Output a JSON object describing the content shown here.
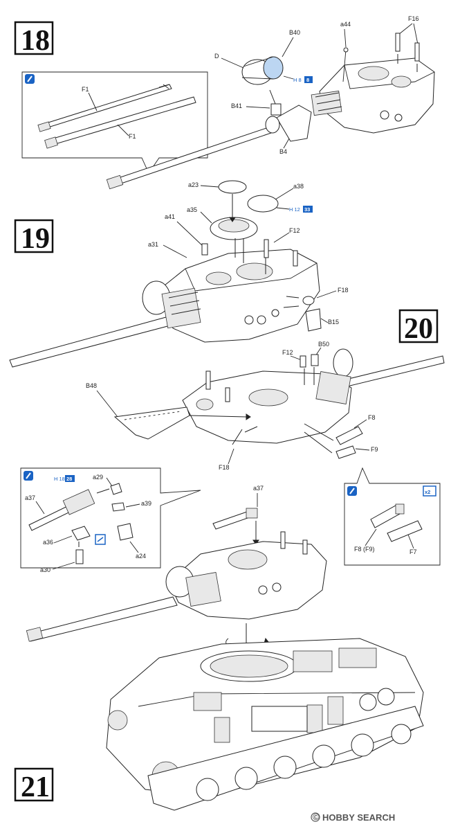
{
  "steps": [
    "18",
    "19",
    "20",
    "21"
  ],
  "step18": {
    "labels": {
      "b40": "B40",
      "d": "D",
      "a44": "a44",
      "f16": "F16",
      "b41": "B41",
      "b4": "B4",
      "f1a": "F1",
      "f1b": "F1"
    },
    "paint_code": "H 8",
    "paint_badge": "8"
  },
  "step19": {
    "labels": {
      "a23": "a23",
      "a38": "a38",
      "a35": "a35",
      "a41": "a41",
      "f12": "F12",
      "a31": "a31",
      "f18": "F18",
      "b15": "B15"
    },
    "paint_code": "H 12",
    "paint_badge": "33"
  },
  "step20": {
    "labels": {
      "f12": "F12",
      "b50": "B50",
      "b48": "B48",
      "f8": "F8",
      "f9": "F9",
      "f18": "F18",
      "f8f9": "F8 (F9)",
      "f7": "F7"
    },
    "multiplier": "x2"
  },
  "step21": {
    "labels": {
      "a29": "a29",
      "a37_inset": "a37",
      "a39": "a39",
      "a36": "a36",
      "a24": "a24",
      "a30": "a30",
      "a37": "a37"
    },
    "paint_code": "H 18",
    "paint_badge": "28"
  },
  "watermark": "HOBBY SEARCH",
  "watermark_copy": "©",
  "colors": {
    "accent": "#1a63c4",
    "line": "#222222"
  },
  "icons": [
    "glue-icon",
    "paint-icon",
    "rotate-arrow-icon",
    "decal-icon"
  ]
}
